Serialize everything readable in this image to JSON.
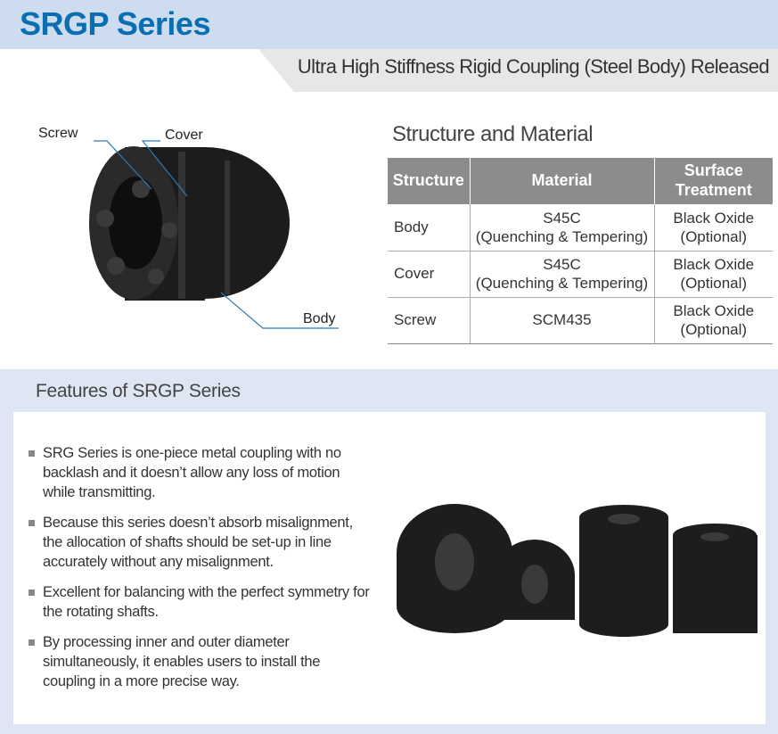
{
  "header": {
    "title": "SRGP Series",
    "subtitle": "Ultra High Stiffness Rigid Coupling (Steel Body) Released"
  },
  "diagram": {
    "labels": {
      "screw": "Screw",
      "cover": "Cover",
      "body": "Body"
    }
  },
  "structure": {
    "title": "Structure and Material",
    "headers": [
      "Structure",
      "Material",
      "Surface Treatment"
    ],
    "rows": [
      {
        "structure": "Body",
        "material": "S45C",
        "material_note": "(Quenching & Tempering)",
        "surface": "Black Oxide",
        "surface_note": "(Optional)"
      },
      {
        "structure": "Cover",
        "material": "S45C",
        "material_note": "(Quenching & Tempering)",
        "surface": "Black Oxide",
        "surface_note": "(Optional)"
      },
      {
        "structure": "Screw",
        "material": "SCM435",
        "material_note": "",
        "surface": "Black Oxide",
        "surface_note": "(Optional)"
      }
    ]
  },
  "features": {
    "title": "Features of SRGP Series",
    "items": [
      "SRG Series is one-piece metal coupling with no backlash and it doesn’t allow any loss of motion while transmitting.",
      "Because this series doesn’t absorb misalignment, the allocation of shafts should be set-up in line accurately without any misalignment.",
      "Excellent for balancing with the perfect symmetry for the rotating shafts.",
      "By processing inner and outer diameter simultaneously, it enables users to install the coupling in a more precise way."
    ]
  }
}
